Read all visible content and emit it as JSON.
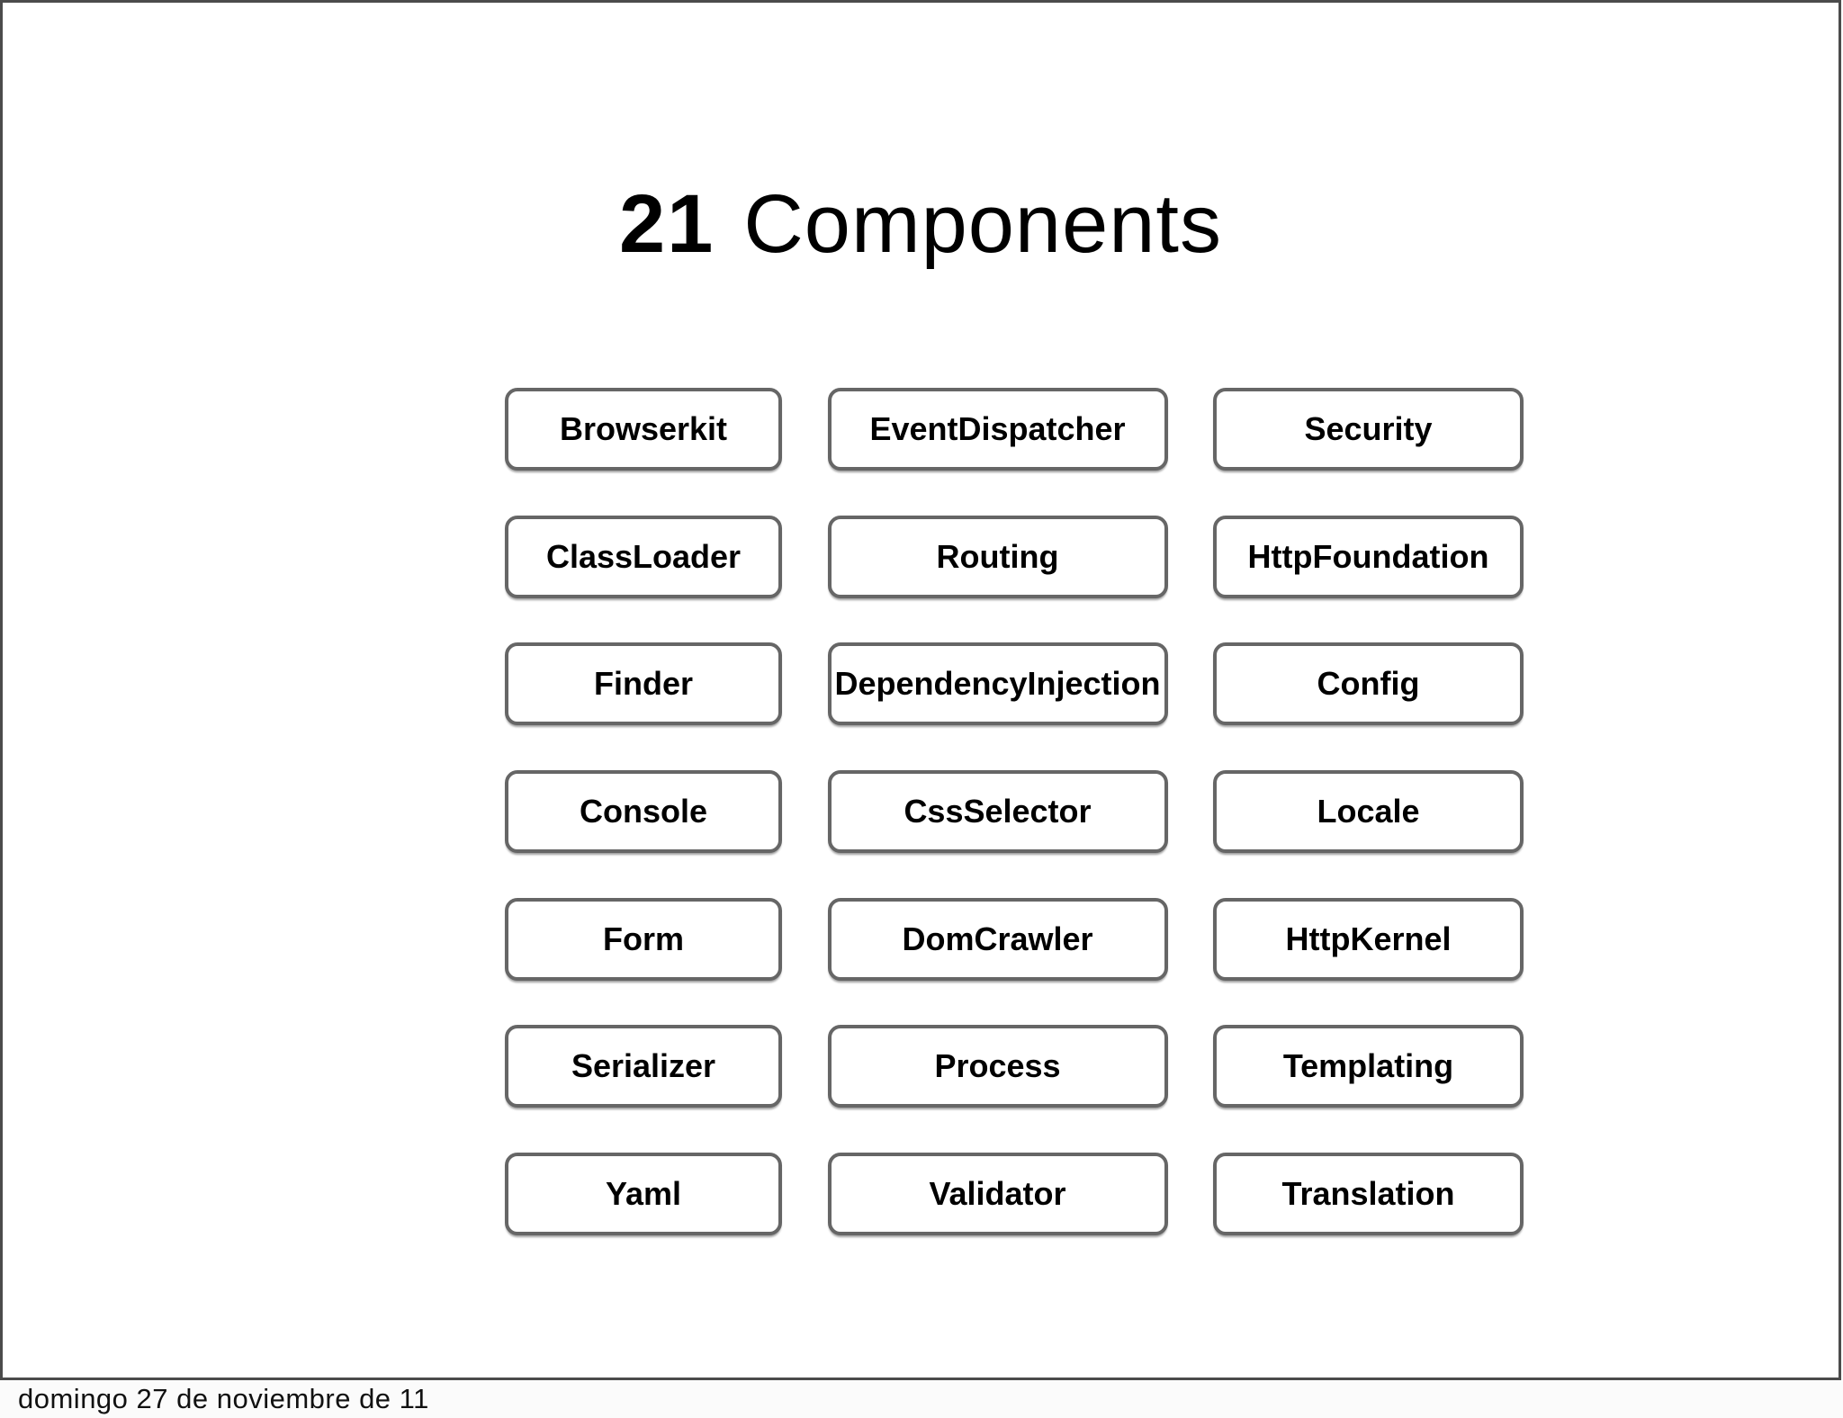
{
  "title": {
    "number": "21",
    "text": "Components"
  },
  "components": [
    "Browserkit",
    "EventDispatcher",
    "Security",
    "ClassLoader",
    "Routing",
    "HttpFoundation",
    "Finder",
    "DependencyInjection",
    "Config",
    "Console",
    "CssSelector",
    "Locale",
    "Form",
    "DomCrawler",
    "HttpKernel",
    "Serializer",
    "Process",
    "Templating",
    "Yaml",
    "Validator",
    "Translation"
  ],
  "footer": {
    "date": "domingo 27 de noviembre de 11"
  },
  "colors": {
    "frame_border": "#4b4b4b",
    "box_border": "#666666",
    "box_bg": "#ffffff",
    "text": "#000000",
    "page_bg": "#fbfbfb"
  }
}
